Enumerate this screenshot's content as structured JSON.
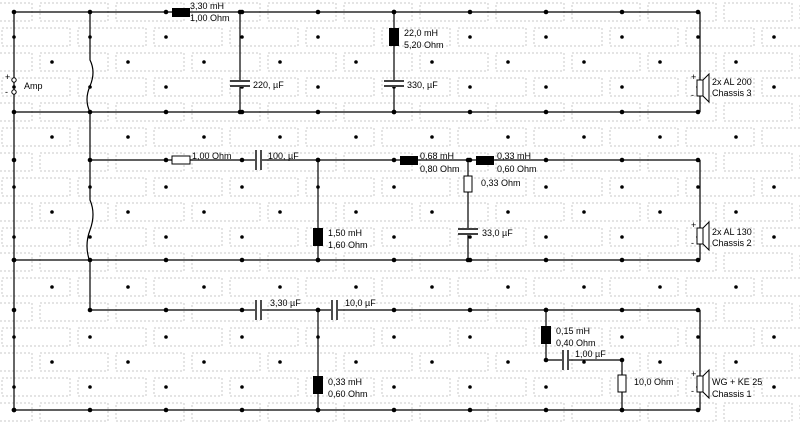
{
  "amp": {
    "label": "Amp",
    "plus": "+",
    "minus": "-"
  },
  "section3": {
    "l1": {
      "value": "3,30 mH",
      "resistance": "1,00 Ohm"
    },
    "c1": {
      "value": "220, µF"
    },
    "l2": {
      "value": "22,0 mH",
      "resistance": "5,20 Ohm"
    },
    "c2": {
      "value": "330, µF"
    },
    "speaker": {
      "name": "2x AL 200",
      "chassis": "Chassis 3",
      "plus": "+",
      "minus": "-"
    }
  },
  "section2": {
    "r1": {
      "value": "1,00 Ohm"
    },
    "c1": {
      "value": "100, µF"
    },
    "l1": {
      "value": "1,50 mH",
      "resistance": "1,60 Ohm"
    },
    "l2": {
      "value": "0,68 mH",
      "resistance": "0,80 Ohm"
    },
    "l3": {
      "value": "0,33 mH",
      "resistance": "0,60 Ohm"
    },
    "r2": {
      "value": "0,33 Ohm"
    },
    "c2": {
      "value": "33,0 µF"
    },
    "speaker": {
      "name": "2x AL 130",
      "chassis": "Chassis 2",
      "plus": "+",
      "minus": "-"
    }
  },
  "section1": {
    "c1": {
      "value": "3,30 µF"
    },
    "c2": {
      "value": "10,0 µF"
    },
    "l1": {
      "value": "0,33 mH",
      "resistance": "0,60 Ohm"
    },
    "l2": {
      "value": "0,15 mH",
      "resistance": "0,40 Ohm"
    },
    "c3": {
      "value": "1,00 µF"
    },
    "r1": {
      "value": "10,0 Ohm"
    },
    "speaker": {
      "name": "WG + KE 25",
      "chassis": "Chassis 1",
      "plus": "+",
      "minus": "-"
    }
  }
}
